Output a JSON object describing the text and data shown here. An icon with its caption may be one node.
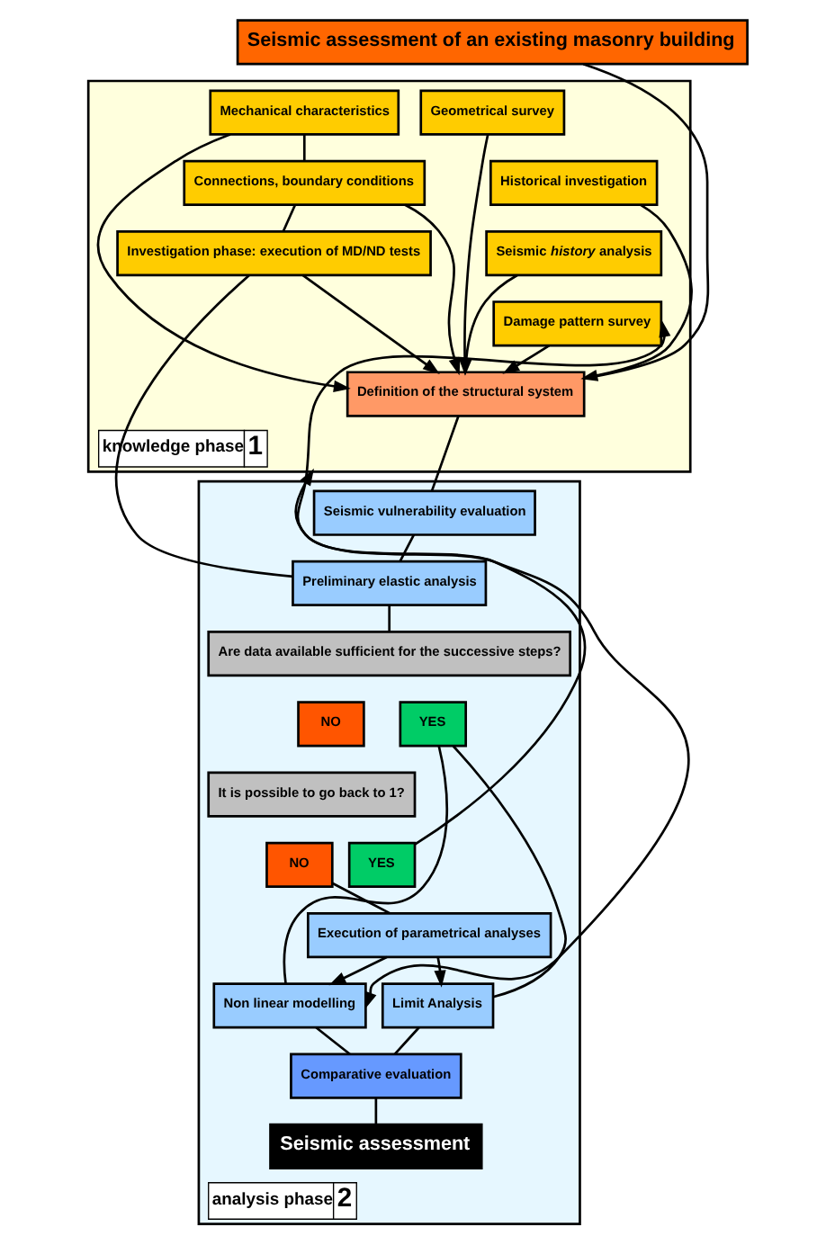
{
  "diagram": {
    "nodes": [
      {
        "text": [
          "Seismic assessment of an existing masonry building"
        ]
      },
      {
        "text": [
          "knowledge phase",
          "1"
        ]
      },
      {
        "text": [
          "Mechanical characteristics"
        ],
        "in": 1
      },
      {
        "text": [
          "Connections, boundary conditions"
        ],
        "in": 1
      },
      {
        "text": [
          "Investigation phase: execution of MD/ND tests"
        ],
        "in": 1
      },
      {
        "text": [
          "Geometrical survey"
        ],
        "in": 1
      },
      {
        "text": [
          "Historical investigation"
        ],
        "in": 1
      },
      {
        "text": [
          "Seismic *history* analysis"
        ],
        "in": 1
      },
      {
        "text": [
          "Damage pattern survey"
        ],
        "in": 1
      },
      {
        "text": [
          "Definition of the structural system"
        ],
        "in": 1
      },
      {
        "text": [
          "analysis phase",
          "2"
        ]
      },
      {
        "text": [
          "Seismic vulnerability evaluation"
        ],
        "in": 10
      },
      {
        "text": [
          "Preliminary elastic analysis"
        ],
        "in": 10
      },
      {
        "text": [
          "Are data available sufficient for the successive steps?"
        ],
        "in": 10
      },
      {
        "text": [
          "NO"
        ],
        "in": 10
      },
      {
        "text": [
          "YES"
        ],
        "in": 10
      },
      {
        "text": [
          "It is possible to go back to 1?"
        ],
        "in": 10
      },
      {
        "text": [
          "YES"
        ],
        "in": 10
      },
      {
        "text": [
          "NO"
        ],
        "in": 10
      },
      {
        "text": [
          "Execution of parametrical analyses"
        ],
        "in": 10
      },
      {
        "text": [
          "Limit Analysis"
        ],
        "in": 10
      },
      {
        "text": [
          "Non linear modelling"
        ],
        "in": 10
      },
      {
        "text": [
          "Comparative evaluation"
        ],
        "in": 10
      },
      {
        "text": [
          "Seismic assessment"
        ],
        "in": 10
      }
    ],
    "edges": [
      {
        "from": 0,
        "to": 9,
        "arrow": "none"
      },
      {
        "from": 2,
        "to": 3,
        "arrow": "none"
      },
      {
        "from": 3,
        "to": 4,
        "arrow": "none"
      },
      {
        "from": 2,
        "to": 9,
        "arrow": "to"
      },
      {
        "from": 3,
        "to": 9,
        "arrow": "to"
      },
      {
        "from": 4,
        "to": 9,
        "arrow": "to"
      },
      {
        "from": 5,
        "to": 9,
        "arrow": "to"
      },
      {
        "from": 6,
        "to": 9,
        "arrow": "to"
      },
      {
        "from": 7,
        "to": 9,
        "arrow": "to"
      },
      {
        "from": 8,
        "to": 9,
        "arrow": "to"
      },
      {
        "from": 4,
        "to": 12,
        "arrow": "none"
      },
      {
        "from": 9,
        "to": 11,
        "arrow": "none"
      },
      {
        "from": 11,
        "to": 12,
        "arrow": "none"
      },
      {
        "from": 12,
        "to": 13,
        "arrow": "none"
      },
      {
        "from": 17,
        "to": 1,
        "arrow": "to"
      },
      {
        "from": 18,
        "to": 19,
        "arrow": "none"
      },
      {
        "from": 15,
        "to": 20,
        "arrow": "none"
      },
      {
        "from": 15,
        "to": 21,
        "arrow": "none"
      },
      {
        "from": 19,
        "to": 20,
        "arrow": "to"
      },
      {
        "from": 19,
        "to": 21,
        "arrow": "to"
      },
      {
        "from": 21,
        "to": 8,
        "arrow": "both"
      },
      {
        "from": 20,
        "to": 22,
        "arrow": "none"
      },
      {
        "from": 21,
        "to": 22,
        "arrow": "none"
      },
      {
        "from": 22,
        "to": 23,
        "arrow": "none"
      }
    ]
  }
}
